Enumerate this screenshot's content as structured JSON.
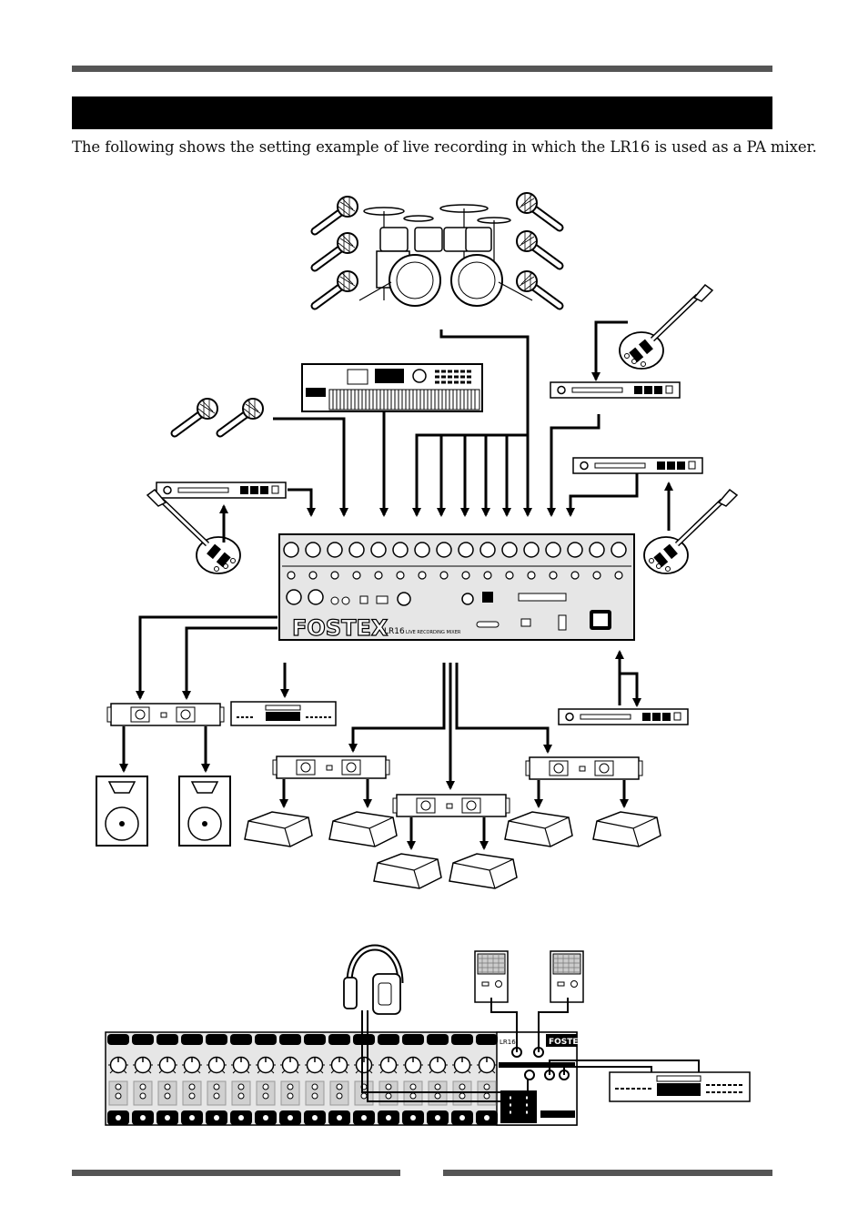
{
  "page": {
    "intro_text": "The following shows the setting example of live recording in which the LR16 is used as a PA mixer."
  },
  "mixer": {
    "brand": "FOSTEX",
    "model": "LR16",
    "model_subtitle": "LIVE RECORDING MIXER"
  },
  "colors": {
    "ink": "#000000",
    "rule": "#555555",
    "panel": "#e6e6e6"
  },
  "icons": [
    "microphone-icon",
    "drum-kit-icon",
    "keyboard-icon",
    "electric-guitar-icon",
    "effects-rack-icon",
    "power-amp-icon",
    "pa-speaker-icon",
    "floor-monitor-icon",
    "cd-recorder-icon",
    "headphones-icon",
    "studio-monitor-icon"
  ]
}
